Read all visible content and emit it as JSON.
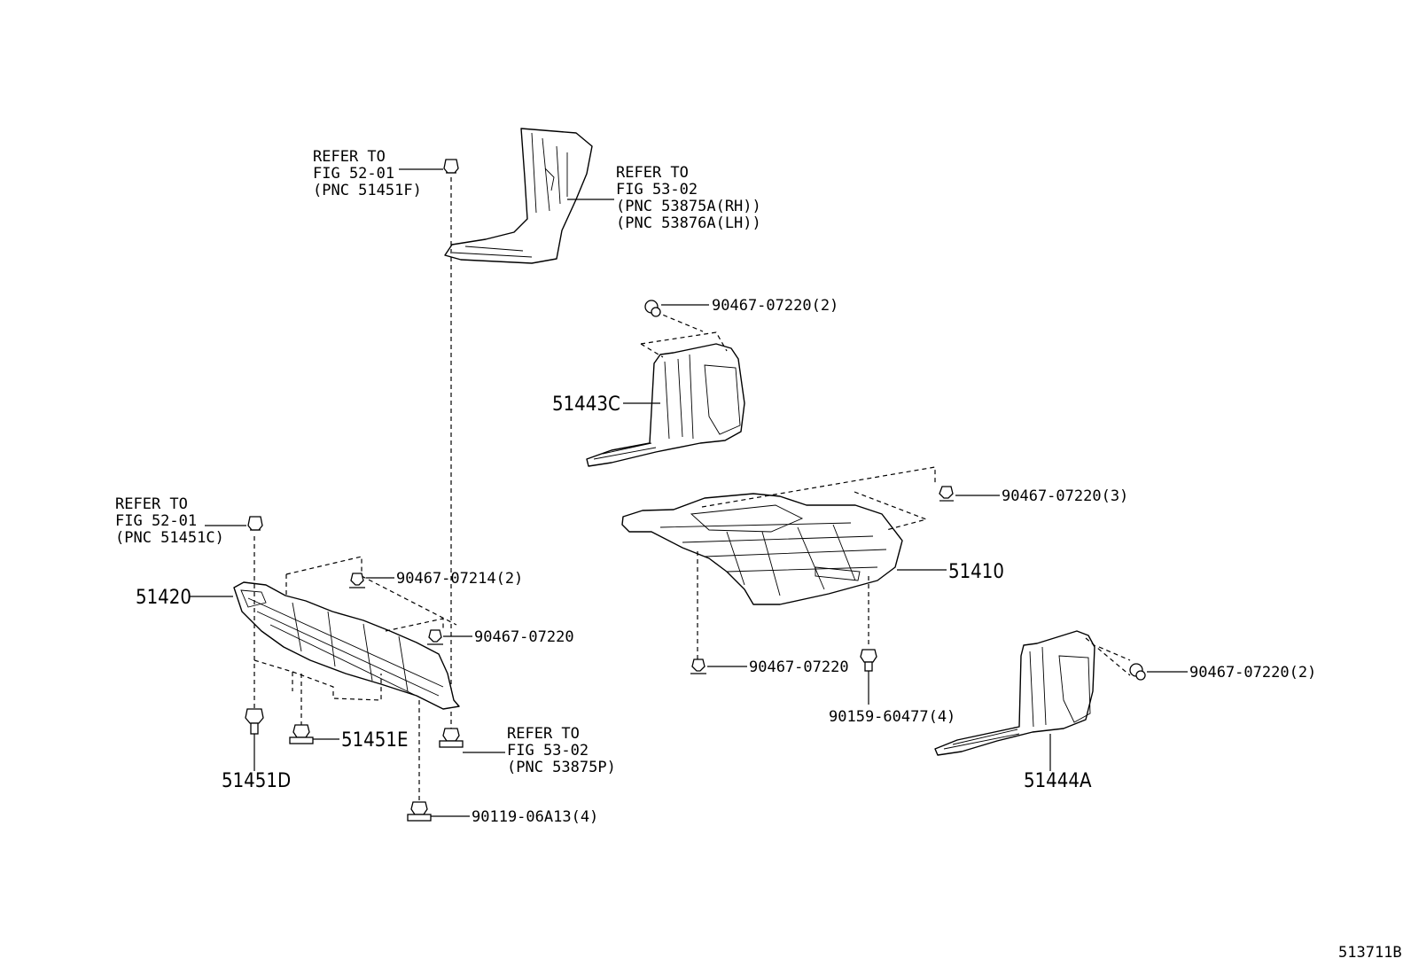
{
  "callouts": {
    "refer_52_01_f": [
      "REFER TO",
      "FIG 52-01",
      "(PNC 51451F)"
    ],
    "refer_53_02_rh_lh": [
      "REFER TO",
      "FIG 53-02",
      "(PNC 53875A(RH))",
      "(PNC 53876A(LH))"
    ],
    "refer_52_01_c": [
      "REFER TO",
      "FIG 52-01",
      "(PNC 51451C)"
    ],
    "refer_53_02_p": [
      "REFER TO",
      "FIG 53-02",
      "(PNC 53875P)"
    ]
  },
  "parts": {
    "p51443C": "51443C",
    "p51420": "51420",
    "p51410": "51410",
    "p51451E": "51451E",
    "p51451D": "51451D",
    "p51444A": "51444A"
  },
  "fasteners": {
    "f_90467_07220_2_top": "90467-07220(2)",
    "f_90467_07220_3": "90467-07220(3)",
    "f_90467_07214_2": "90467-07214(2)",
    "f_90467_07220_mid": "90467-07220",
    "f_90467_07220_low": "90467-07220",
    "f_90467_07220_2_right": "90467-07220(2)",
    "f_90159_60477_4": "90159-60477(4)",
    "f_90119_06A13_4": "90119-06A13(4)"
  },
  "diagram_id": "513711B"
}
